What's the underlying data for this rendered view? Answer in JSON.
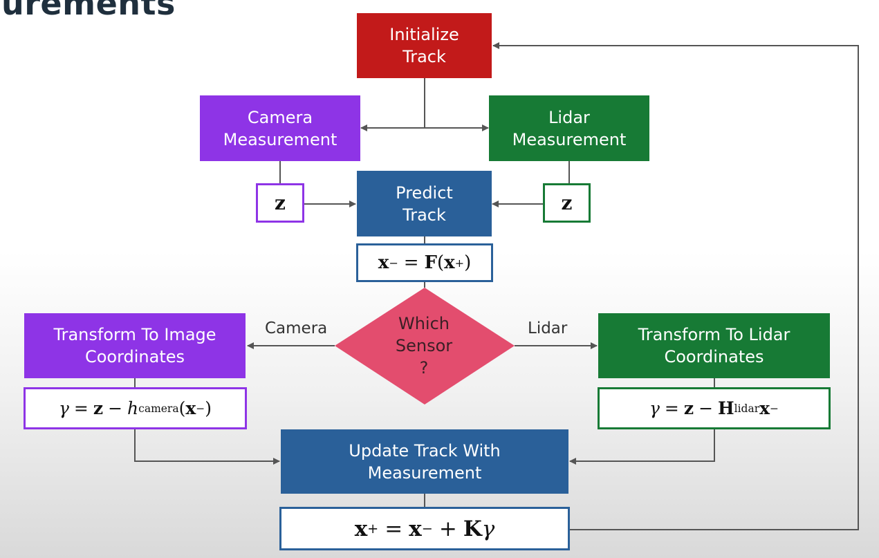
{
  "heading": "urements",
  "nodes": {
    "initialize": [
      "Initialize",
      "Track"
    ],
    "camera_measurement": [
      "Camera",
      "Measurement"
    ],
    "lidar_measurement": [
      "Lidar",
      "Measurement"
    ],
    "predict": [
      "Predict",
      "Track"
    ],
    "decision": [
      "Which",
      "Sensor",
      "?"
    ],
    "transform_image": [
      "Transform To Image",
      "Coordinates"
    ],
    "transform_lidar": [
      "Transform To Lidar",
      "Coordinates"
    ],
    "update": [
      "Update Track With",
      "Measurement"
    ]
  },
  "edge_labels": {
    "camera": "Camera",
    "lidar": "Lidar"
  },
  "equations": {
    "z_symbol": "z",
    "predict": {
      "lhs": "x",
      "lhs_sup": "−",
      "eq": "=",
      "F": "F",
      "open": "(",
      "x": "x",
      "sup": "+",
      "close": ")"
    },
    "camera": {
      "gamma": "γ",
      "eq": "=",
      "z": "z",
      "minus": "−",
      "h": "h",
      "sub": "camera",
      "open": "(",
      "x": "x",
      "sup": "−",
      "close": ")"
    },
    "lidar": {
      "gamma": "γ",
      "eq": "=",
      "z": "z",
      "minus": "−",
      "H": "H",
      "sub": "lidar",
      "x": "x",
      "sup": "−"
    },
    "update": {
      "x1": "x",
      "sup1": "+",
      "eq": "=",
      "x2": "x",
      "sup2": "−",
      "plus": "+",
      "K": "K",
      "gamma": "γ"
    }
  },
  "colors": {
    "initialize": "#c21a1a",
    "camera": "#8e34e6",
    "lidar": "#177a35",
    "track": "#2a6099",
    "decision": "#e34d6e",
    "arrows": "#555555"
  }
}
